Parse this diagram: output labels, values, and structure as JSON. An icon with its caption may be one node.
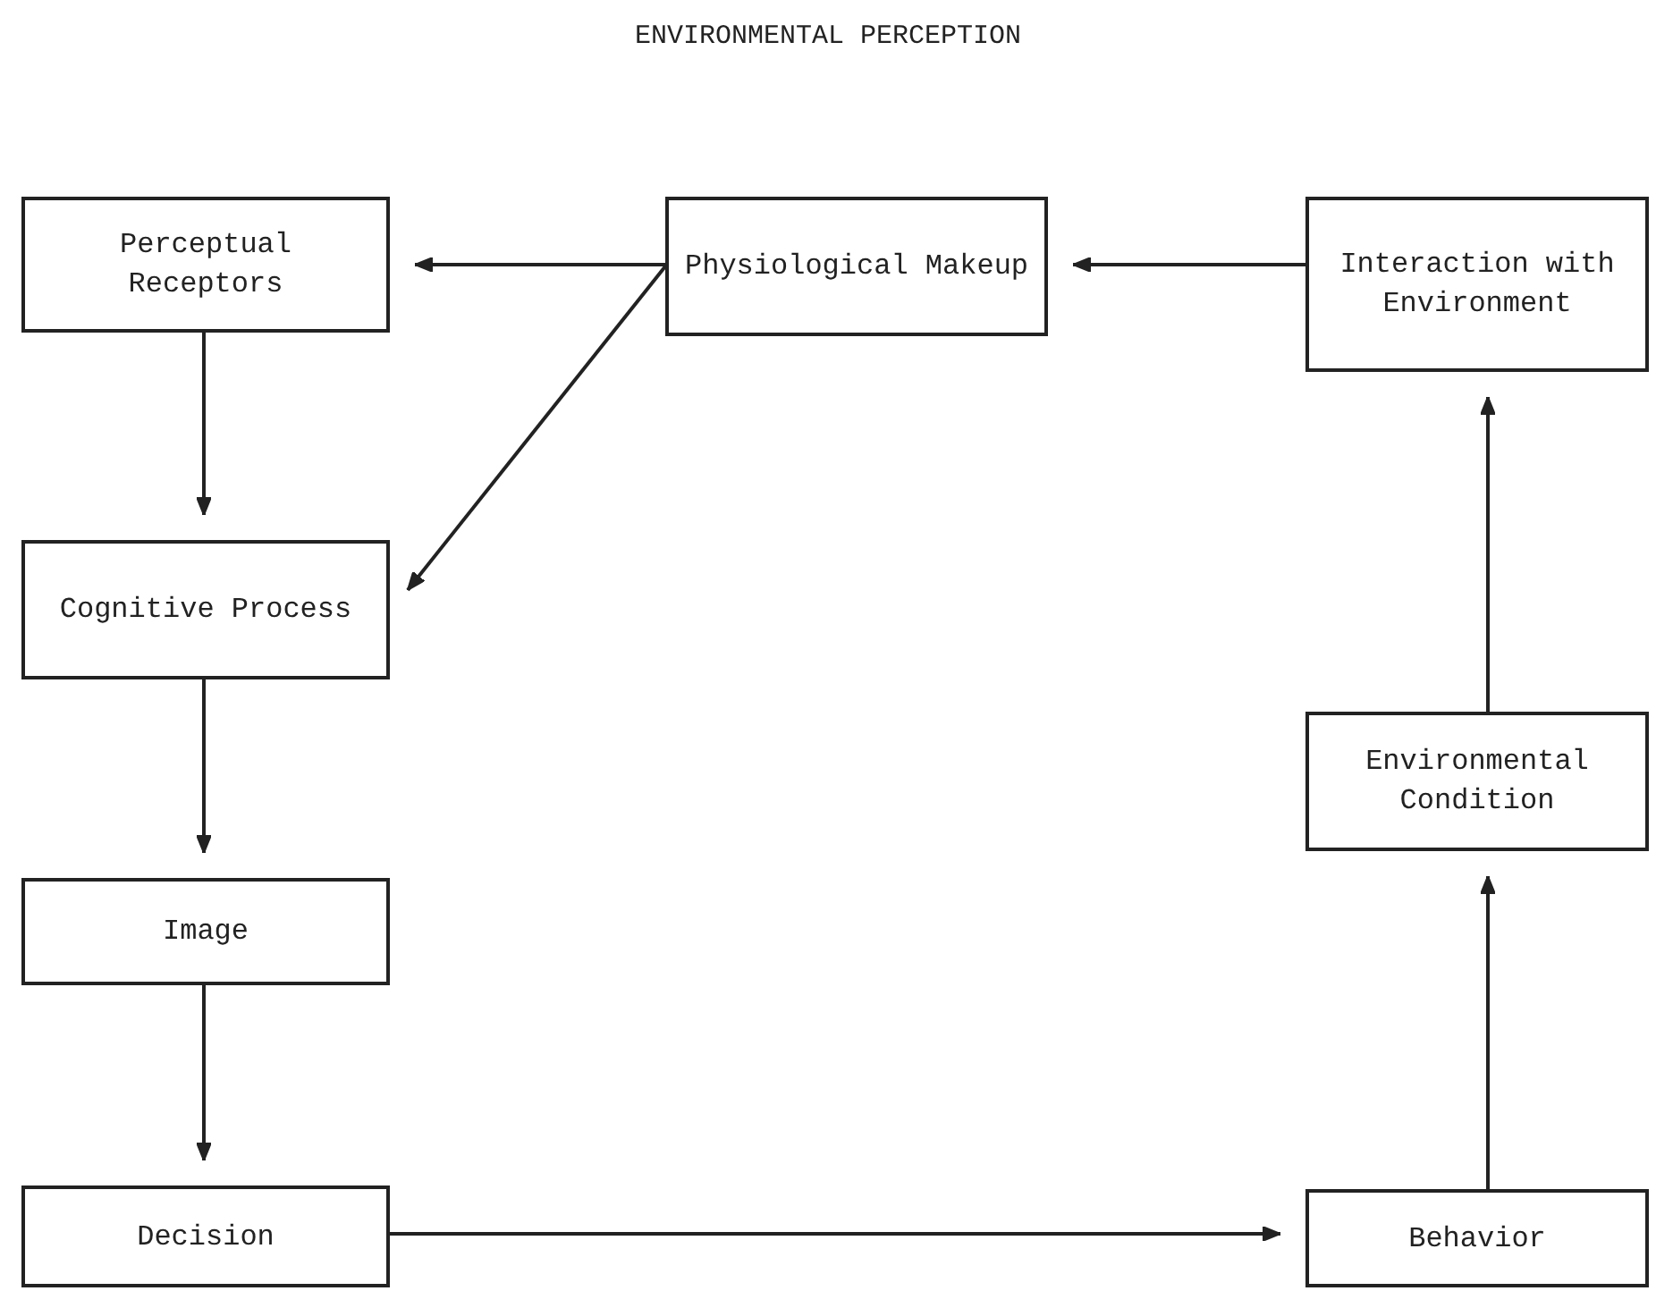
{
  "diagram": {
    "title": "ENVIRONMENTAL PERCEPTION",
    "nodes": [
      {
        "text": [
          "Perceptual Receptors"
        ]
      },
      {
        "text": [
          "Physiological Makeup"
        ]
      },
      {
        "text": [
          "Interaction with Environment"
        ]
      },
      {
        "text": [
          "Cognitive Process"
        ]
      },
      {
        "text": [
          "Image"
        ]
      },
      {
        "text": [
          "Environmental Condition"
        ]
      },
      {
        "text": [
          "Decision"
        ]
      },
      {
        "text": [
          "Behavior"
        ]
      }
    ],
    "edges": [
      {
        "from": 1,
        "to": 0,
        "arrow": "to"
      },
      {
        "from": 2,
        "to": 1,
        "arrow": "to"
      },
      {
        "from": 1,
        "to": 3,
        "arrow": "to"
      },
      {
        "from": 0,
        "to": 3,
        "arrow": "to"
      },
      {
        "from": 3,
        "to": 4,
        "arrow": "to"
      },
      {
        "from": 4,
        "to": 6,
        "arrow": "to"
      },
      {
        "from": 6,
        "to": 7,
        "arrow": "to"
      },
      {
        "from": 7,
        "to": 5,
        "arrow": "to"
      },
      {
        "from": 5,
        "to": 2,
        "arrow": "to"
      }
    ]
  }
}
